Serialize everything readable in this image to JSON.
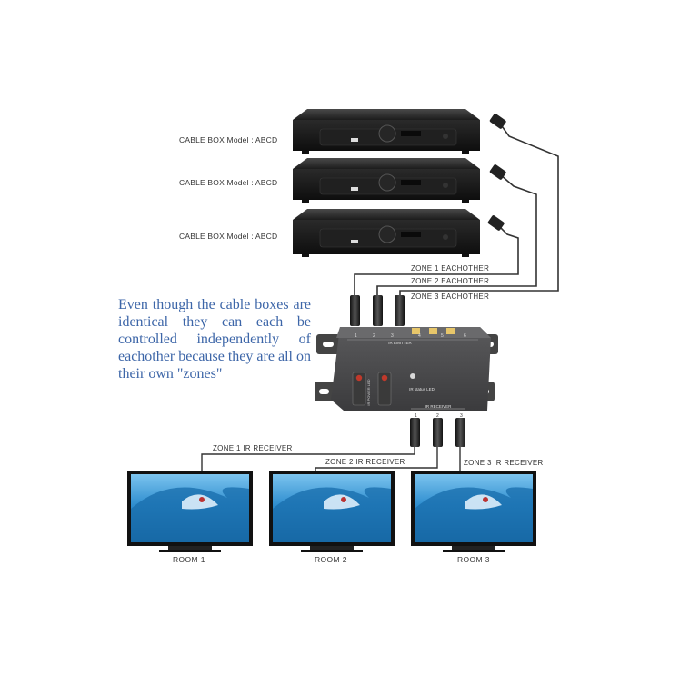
{
  "description": "Even though the cable boxes are identical they can each be controlled independently of eachother because they are all on their own \"zones\"",
  "cable_boxes": [
    {
      "label": "CABLE BOX Model : ABCD"
    },
    {
      "label": "CABLE BOX Model : ABCD"
    },
    {
      "label": "CABLE BOX Model : ABCD"
    }
  ],
  "emitter_zones": [
    "ZONE 1 EACHOTHER",
    "ZONE 2 EACHOTHER",
    "ZONE 3 EACHOTHER"
  ],
  "receiver_zones": [
    "ZONE 1 IR RECEIVER",
    "ZONE 2 IR RECEIVER",
    "ZONE 3 IR RECEIVER"
  ],
  "rooms": [
    "ROOM 1",
    "ROOM 2",
    "ROOM 3"
  ],
  "hub": {
    "emitter_label": "IR EMITTER",
    "receiver_label": "IR RECEIVER",
    "status_label": "IR status LED",
    "port_numbers_top": [
      "1",
      "2",
      "3",
      "4",
      "5",
      "6"
    ],
    "port_numbers_bottom": [
      "1",
      "2",
      "3"
    ],
    "power_text": "IR POWER LED",
    "colors": {
      "body": "#4a4a4c",
      "accent": "#e7c66a",
      "led": "#c0392b"
    }
  },
  "colors": {
    "text_accent": "#3d66a8",
    "wire": "#333333",
    "sea": "#2f8ecf"
  }
}
